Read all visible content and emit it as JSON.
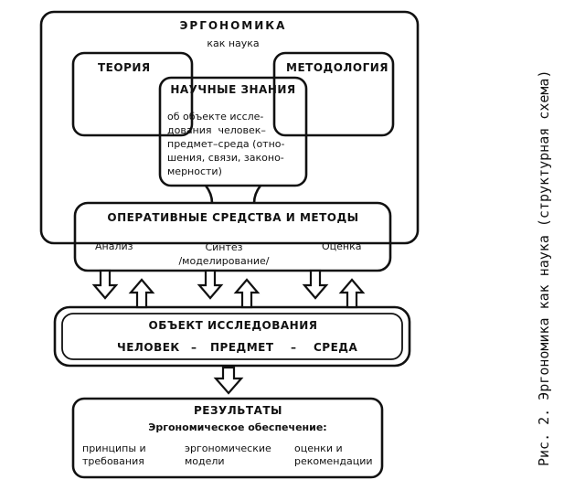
{
  "diagram": {
    "title": "ЭРГОНОМИКА",
    "subtitle": "как наука",
    "theory": "ТЕОРИЯ",
    "methodology": "МЕТОДОЛОГИЯ",
    "knowledge": {
      "title": "НАУЧНЫЕ ЗНАНИЯ",
      "body": "об объекте иссле-\nдования  человек–\nпредмет–среда (отно-\nшения, связи, законо-\nмерности)"
    },
    "operative": {
      "title": "ОПЕРАТИВНЫЕ СРЕДСТВА И МЕТОДЫ",
      "analysis": "Анализ",
      "synthesis": "Синтез\n/моделирование/",
      "evaluation": "Оценка"
    },
    "object": {
      "title": "ОБЪЕКТ ИССЛЕДОВАНИЯ",
      "human": "ЧЕЛОВЕК",
      "dash1": "–",
      "item": "ПРЕДМЕТ",
      "dash2": "–",
      "environment": "СРЕДА"
    },
    "results": {
      "title": "РЕЗУЛЬТАТЫ",
      "subtitle": "Эргономическое обеспечение:",
      "col1": "принципы и\nтребования",
      "col2": "эргономические\nмодели",
      "col3": "оценки и\nрекомендации"
    }
  },
  "caption": "Рис. 2. Эргономика как наука (структурная схема)"
}
